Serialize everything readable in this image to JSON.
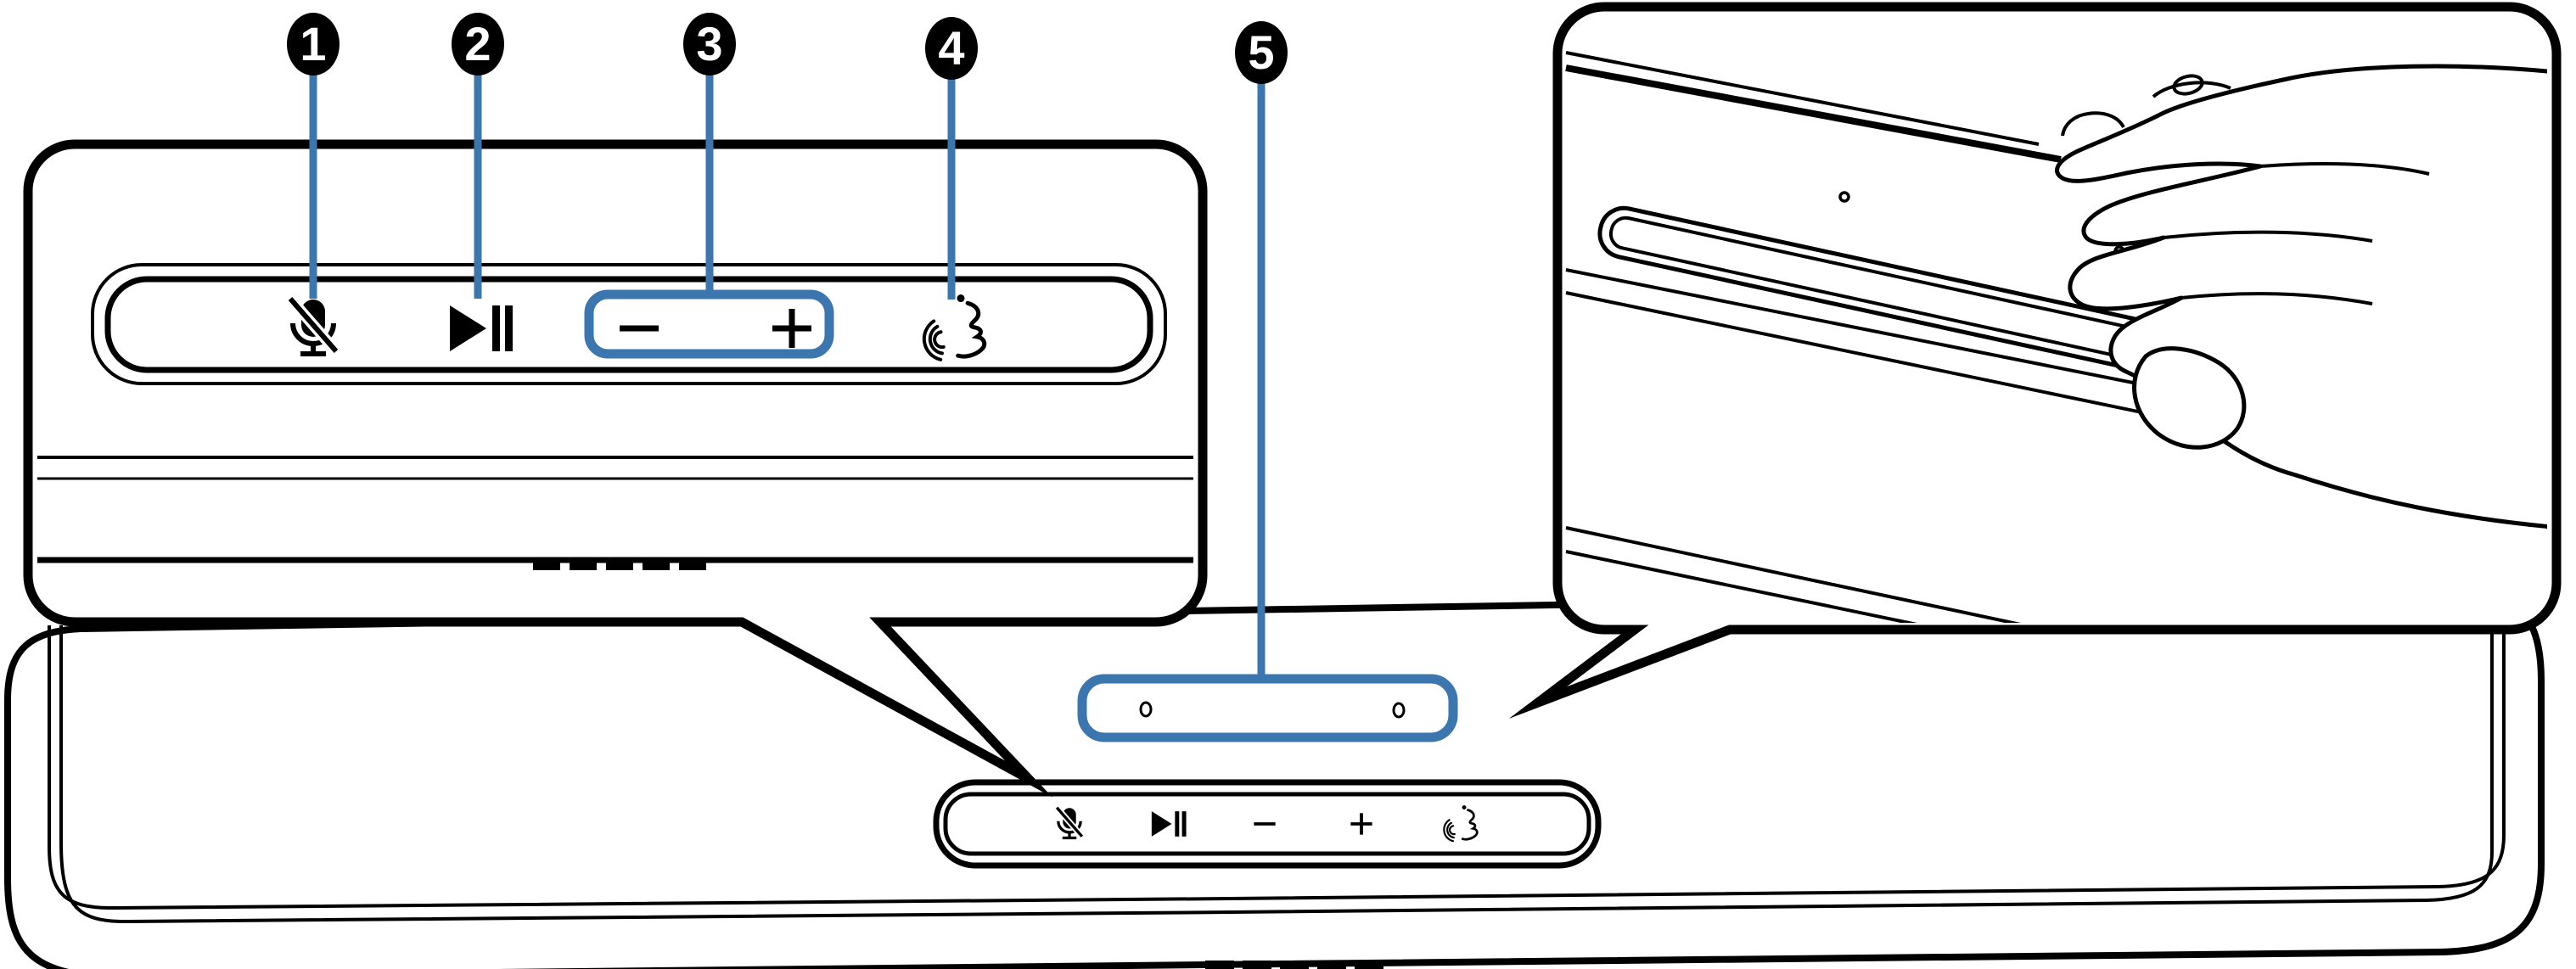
{
  "colors": {
    "accent": "#3B76AE",
    "ink": "#000000",
    "paper": "#FFFFFF"
  },
  "callouts": [
    {
      "number": "1",
      "points_to": "mic-mute-button"
    },
    {
      "number": "2",
      "points_to": "play-pause-button"
    },
    {
      "number": "3",
      "points_to": "volume-down-up-buttons"
    },
    {
      "number": "4",
      "points_to": "talk-button"
    },
    {
      "number": "5",
      "points_to": "built-in-microphones"
    }
  ],
  "top_panel_inset": {
    "buttons": [
      {
        "icon": "mic-mute-icon"
      },
      {
        "icon": "play-pause-icon"
      },
      {
        "icon": "volume-down-icon"
      },
      {
        "icon": "volume-up-icon"
      },
      {
        "icon": "talk-icon"
      }
    ]
  },
  "soundbar": {
    "touch_panel_buttons": [
      {
        "icon": "mic-mute-icon"
      },
      {
        "icon": "play-pause-icon"
      },
      {
        "icon": "volume-down-icon"
      },
      {
        "icon": "volume-up-icon"
      },
      {
        "icon": "talk-icon"
      }
    ],
    "microphone_hole_count": 2
  },
  "detail_inset": {
    "content": "hand-touching-top-panel",
    "microphone_hole_count": 2
  }
}
